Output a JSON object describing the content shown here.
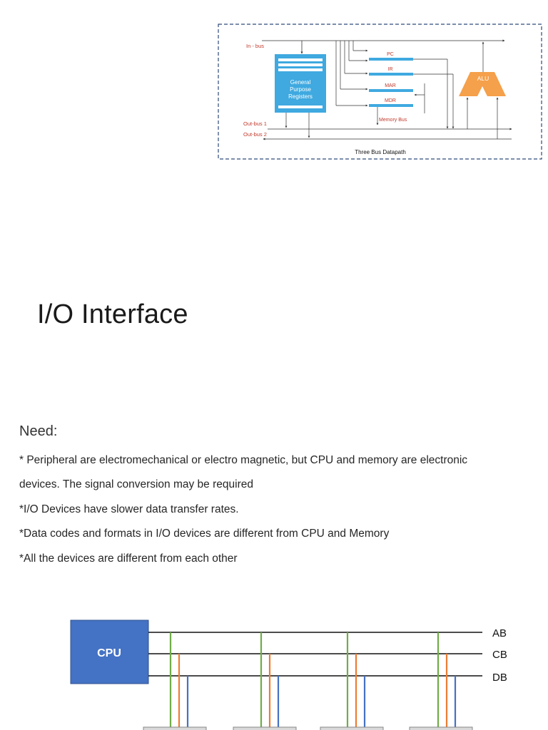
{
  "datapath": {
    "in_bus": "In - bus",
    "registers": [
      "General",
      "Purpose",
      "Registers"
    ],
    "pc": "PC",
    "ir": "IR",
    "mar": "MAR",
    "mdr": "MDR",
    "memory_bus": "Memory Bus",
    "alu": "ALU",
    "out_bus_1": "Out-bus 1",
    "out_bus_2": "Out-bus 2",
    "caption": "Three Bus Datapath"
  },
  "slide": {
    "title": "I/O Interface",
    "section_heading": "Need:",
    "lines": [
      "* Peripheral  are electromechanical or electro magnetic, but CPU and memory are electronic",
      "devices. The signal conversion may be required",
      "*I/O Devices have slower data transfer rates.",
      "*Data codes and formats in I/O devices are different from CPU and Memory",
      "*All the devices are different from each other"
    ]
  },
  "bus_diagram": {
    "cpu": "CPU",
    "buses": [
      "AB",
      "CB",
      "DB"
    ]
  },
  "colors": {
    "register_blue": "#3fa9e0",
    "label_red": "#c0392b",
    "alu_orange": "#f5a04a",
    "cpu_blue": "#4472c4",
    "address_green": "#70ad47",
    "control_orange": "#ed7d31",
    "data_blue": "#4472c4"
  }
}
